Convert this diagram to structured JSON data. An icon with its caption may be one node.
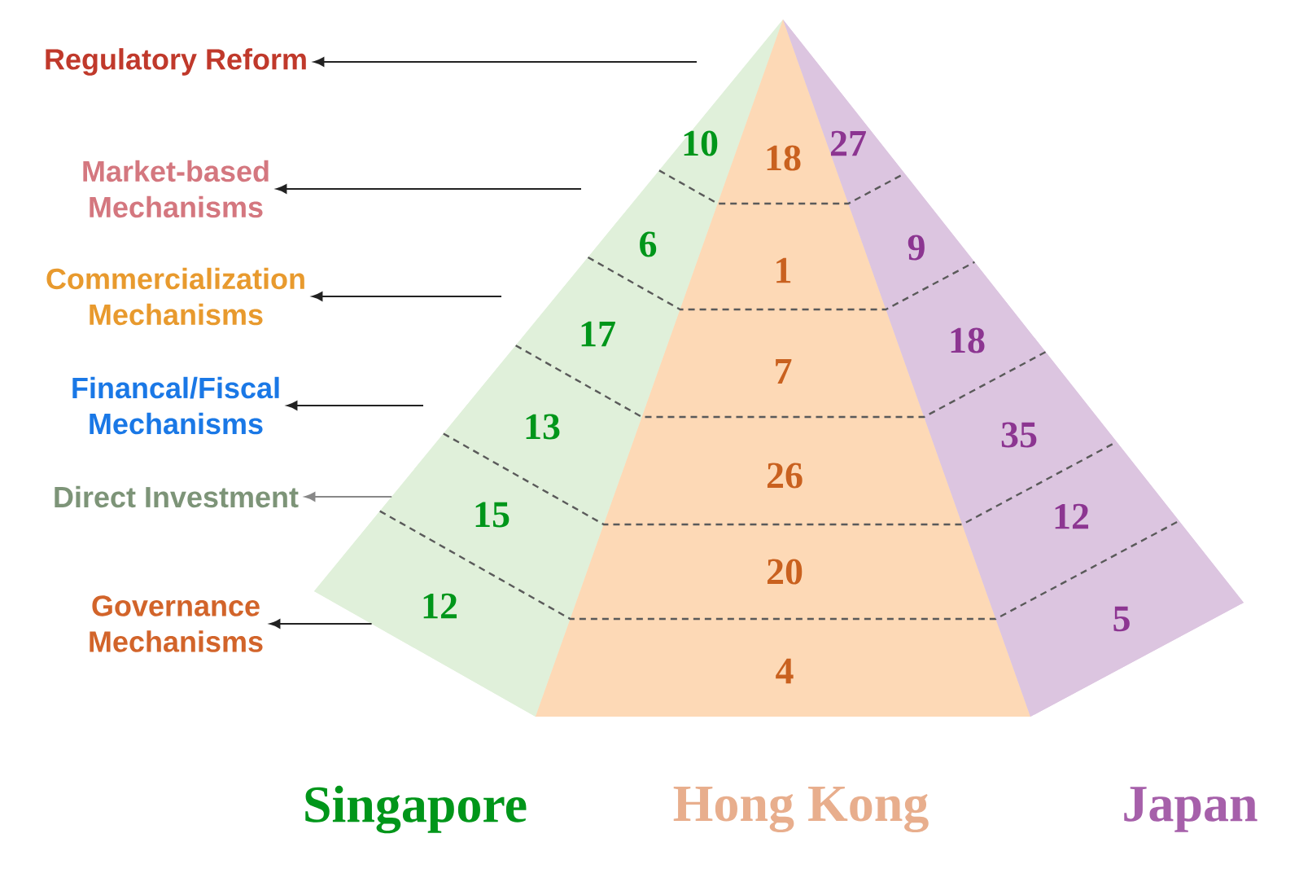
{
  "diagram": {
    "nodes": [
      {
        "text": [
          "Regulatory Reform"
        ]
      },
      {
        "text": [
          "Market-based Mechanisms"
        ]
      },
      {
        "text": [
          "Commercialization Mechanisms"
        ]
      },
      {
        "text": [
          "Financal/Fiscal Mechanisms"
        ]
      },
      {
        "text": [
          "Direct Investment"
        ]
      },
      {
        "text": [
          "Governance Mechanisms"
        ]
      },
      {
        "text": [
          "Singapore"
        ]
      },
      {
        "text": [
          "10"
        ],
        "in": 6
      },
      {
        "text": [
          "6"
        ],
        "in": 6
      },
      {
        "text": [
          "17"
        ],
        "in": 6
      },
      {
        "text": [
          "13"
        ],
        "in": 6
      },
      {
        "text": [
          "15"
        ],
        "in": 6
      },
      {
        "text": [
          "12"
        ],
        "in": 6
      },
      {
        "text": [
          "Hong Kong"
        ]
      },
      {
        "text": [
          "18"
        ],
        "in": 13
      },
      {
        "text": [
          "1"
        ],
        "in": 13
      },
      {
        "text": [
          "7"
        ],
        "in": 13
      },
      {
        "text": [
          "26"
        ],
        "in": 13
      },
      {
        "text": [
          "20"
        ],
        "in": 13
      },
      {
        "text": [
          "4"
        ],
        "in": 13
      },
      {
        "text": [
          "Japan"
        ]
      },
      {
        "text": [
          "27"
        ],
        "in": 20
      },
      {
        "text": [
          "9"
        ],
        "in": 20
      },
      {
        "text": [
          "18"
        ],
        "in": 20
      },
      {
        "text": [
          "35"
        ],
        "in": 20
      },
      {
        "text": [
          "12"
        ],
        "in": 20
      },
      {
        "text": [
          "5"
        ],
        "in": 20
      }
    ],
    "edges": [
      {
        "from": null,
        "to": 0,
        "arrow": "to"
      },
      {
        "from": null,
        "to": 1,
        "arrow": "to"
      },
      {
        "from": null,
        "to": 2,
        "arrow": "to"
      },
      {
        "from": null,
        "to": 3,
        "arrow": "to"
      },
      {
        "from": 11,
        "to": 4,
        "arrow": "to",
        "color": "#888888"
      },
      {
        "from": 12,
        "to": 5,
        "arrow": "to"
      }
    ]
  }
}
